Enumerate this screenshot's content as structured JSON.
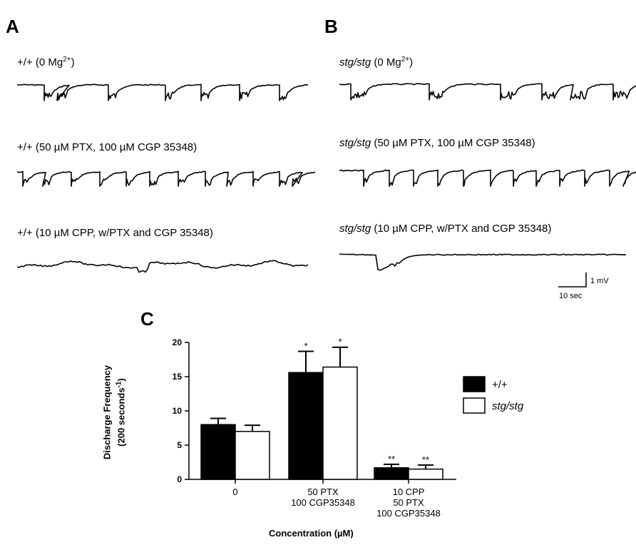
{
  "panels": {
    "A": {
      "letter": "A",
      "traces": [
        {
          "genotype": "+/+",
          "condition_pre": " (0 Mg",
          "condition_sup": "2+",
          "condition_post": ")"
        },
        {
          "genotype": "+/+",
          "condition_pre": " (50 µM PTX, 100 µM CGP 35348)",
          "condition_sup": "",
          "condition_post": ""
        },
        {
          "genotype": "+/+",
          "condition_pre": " (10 µM CPP, w/PTX and CGP 35348)",
          "condition_sup": "",
          "condition_post": ""
        }
      ]
    },
    "B": {
      "letter": "B",
      "traces": [
        {
          "genotype": "stg/stg",
          "condition_pre": " (0 Mg",
          "condition_sup": "2+",
          "condition_post": ")"
        },
        {
          "genotype": "stg/stg",
          "condition_pre": " (50 µM PTX, 100 µM CGP 35348)",
          "condition_sup": "",
          "condition_post": ""
        },
        {
          "genotype": "stg/stg",
          "condition_pre": " (10 µM CPP, w/PTX and CGP 35348)",
          "condition_sup": "",
          "condition_post": ""
        }
      ]
    },
    "C": {
      "letter": "C"
    }
  },
  "scale_bar": {
    "voltage": "1 mV",
    "time": "10 sec"
  },
  "chart_data": {
    "type": "bar",
    "categories": [
      [
        "0"
      ],
      [
        "50 PTX",
        "100 CGP35348"
      ],
      [
        "10 CPP",
        "50 PTX",
        "100 CGP35348"
      ]
    ],
    "series": [
      {
        "name": "+/+",
        "values": [
          8.0,
          15.6,
          1.7
        ],
        "errors": [
          0.9,
          3.1,
          0.5
        ],
        "significance": [
          "",
          "*",
          "**"
        ],
        "fill": "#000000"
      },
      {
        "name": "stg/stg",
        "values": [
          7.0,
          16.4,
          1.5
        ],
        "errors": [
          0.9,
          2.9,
          0.6
        ],
        "significance": [
          "",
          "*",
          "**"
        ],
        "fill": "#ffffff"
      }
    ],
    "ylabel_line1": "Discharge Frequency",
    "ylabel_line2_pre": "(200 seconds",
    "ylabel_line2_sup": "-1",
    "ylabel_line2_post": ")",
    "xlabel": "Concentration (µM)",
    "ylim": [
      0,
      20
    ],
    "yticks": [
      "0",
      "5",
      "10",
      "15",
      "20"
    ],
    "legend_placement": "right"
  }
}
